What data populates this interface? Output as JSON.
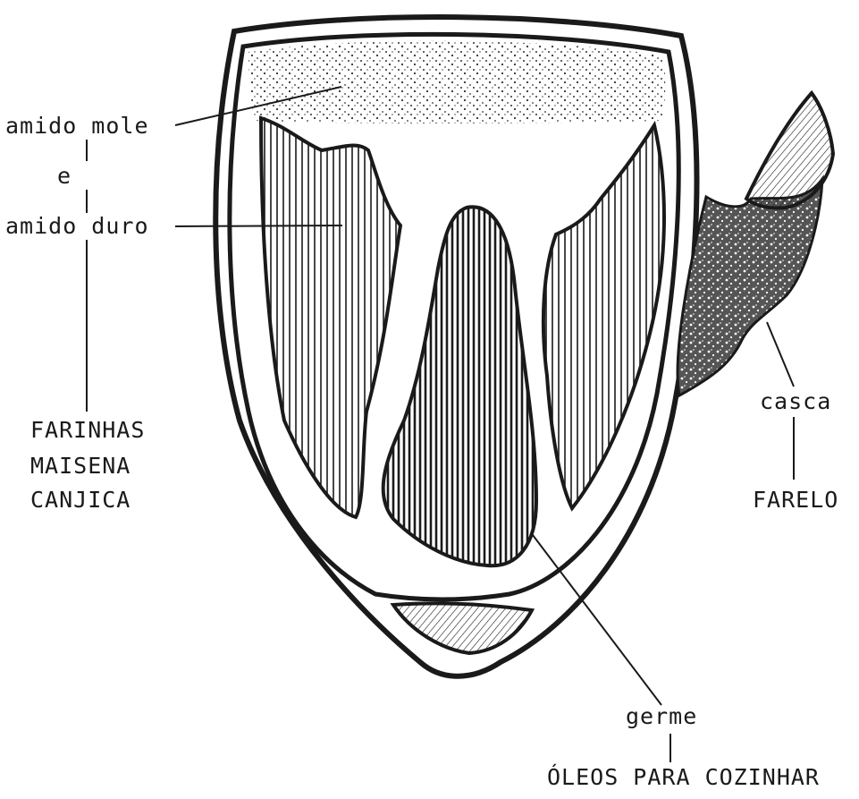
{
  "labels": {
    "amido_mole": "amido mole",
    "e": "e",
    "amido_duro": "amido duro",
    "farinhas": "FARINHAS",
    "maisena": "MAISENA",
    "canjica": "CANJICA",
    "casca": "casca",
    "farelo": "FARELO",
    "germe": "germe",
    "oleos": "ÓLEOS PARA COZINHAR"
  },
  "colors": {
    "ink": "#1a1a1a",
    "background": "#ffffff"
  }
}
